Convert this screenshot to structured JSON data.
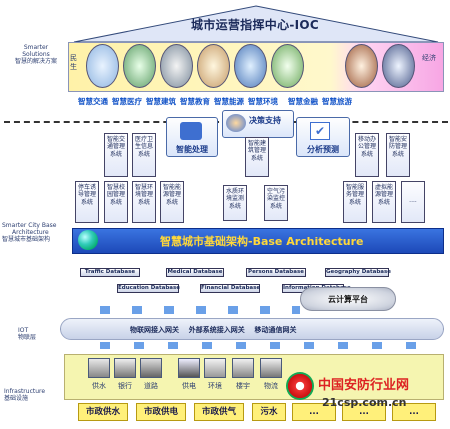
{
  "title": "城市运营指挥中心-IOC",
  "left_labels": {
    "smart_en1": "Smarter",
    "smart_en2": "Solutions",
    "smart_cn": "智慧的解决方案",
    "base_en1": "Smarter City Base",
    "base_en2": "Architecture",
    "base_cn": "智慧城市基础架构",
    "iot_en": "IOT",
    "iot_cn": "物联层",
    "infra_en": "Infrastructure",
    "infra_cn": "基础设施"
  },
  "side_labels": {
    "left": "民生",
    "right": "经济"
  },
  "apps": [
    "智慧交通",
    "智慧医疗",
    "智慧建筑",
    "智慧教育",
    "智慧能源",
    "智慧环境",
    "智慧金融",
    "智慧旅游"
  ],
  "top_panels": {
    "p1": "智能处理",
    "p2": "决策支持",
    "p3": "分析预测"
  },
  "systems": [
    "智能交通管理系统",
    "医疗卫生信息系统",
    "智能建筑管理系统",
    "移动办公管理系统",
    "智能安防管理系统",
    "停车诱导管理系统",
    "智慧校园管理系统",
    "智慧环境管理系统",
    "智能能源管理系统",
    "水质环境监测系统",
    "空气污染监控系统",
    "智能服务管理系统",
    "虚拟能源管理系统"
  ],
  "ellipsis": "....",
  "base_title": "智慧城市基础架构-Base Architecture",
  "databases": [
    "Traffic Database",
    "Medical Database",
    "Persons Database",
    "Geography Database",
    "Education Database",
    "Financial Database",
    "Information Database"
  ],
  "cloud": "云计算平台",
  "iot_gateways": "物联网接入网关    外部系统接入网关    移动通信网关",
  "infra_icons": [
    "供水",
    "银行",
    "道路",
    "供电",
    "环境",
    "楼宇",
    "物流"
  ],
  "infra_buttons": [
    "市政供水",
    "市政供电",
    "市政供气",
    "污水",
    "...",
    "...",
    "..."
  ],
  "watermark": {
    "cn": "中国安防行业网",
    "url": "21csp.com.cn"
  },
  "colors": {
    "accent": "#1555c8",
    "base": "#1d49b8",
    "button": "#fff07a"
  }
}
